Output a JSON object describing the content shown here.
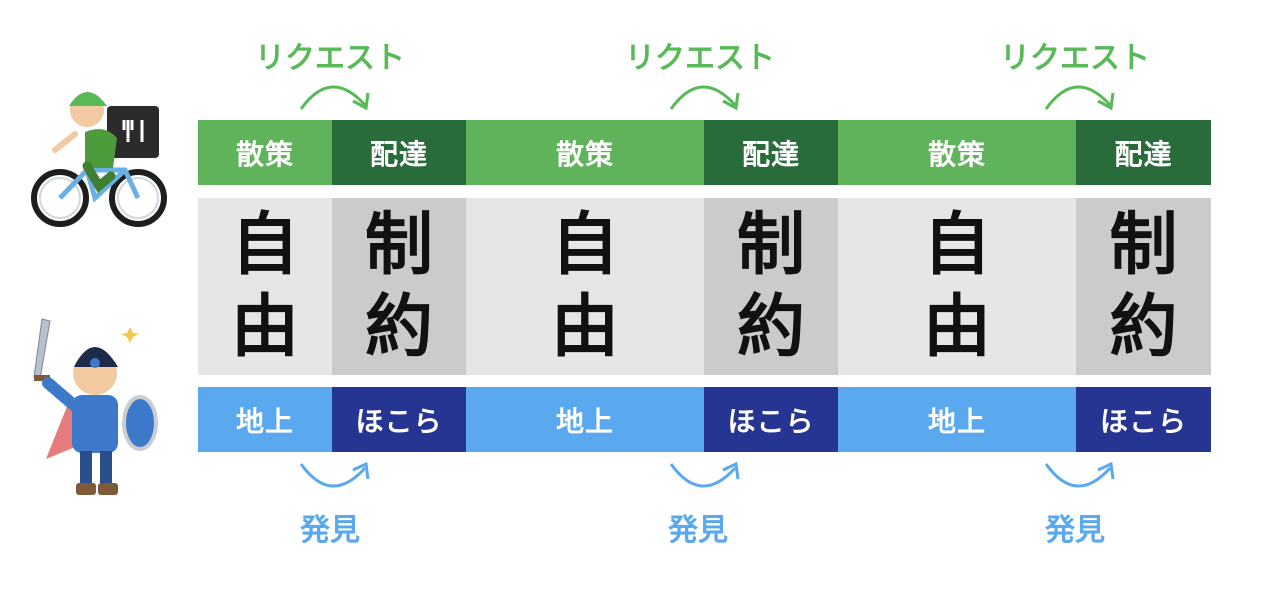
{
  "top_labels": [
    "リクエスト",
    "リクエスト",
    "リクエスト"
  ],
  "bottom_labels": [
    "発見",
    "発見",
    "発見"
  ],
  "segments": [
    {
      "top": "散策",
      "middle": [
        "自",
        "由"
      ],
      "bottom": "地上"
    },
    {
      "top": "配達",
      "middle": [
        "制",
        "約"
      ],
      "bottom": "ほこら"
    },
    {
      "top": "散策",
      "middle": [
        "自",
        "由"
      ],
      "bottom": "地上"
    },
    {
      "top": "配達",
      "middle": [
        "制",
        "約"
      ],
      "bottom": "ほこら"
    },
    {
      "top": "散策",
      "middle": [
        "自",
        "由"
      ],
      "bottom": "地上"
    },
    {
      "top": "配達",
      "middle": [
        "制",
        "約"
      ],
      "bottom": "ほこら"
    }
  ],
  "colors": {
    "green_light": "#5fb35b",
    "green_dark": "#2a6b3c",
    "blue_light": "#5aa9ee",
    "blue_dark": "#263592",
    "gray_light": "#e6e6e6",
    "gray_dark": "#cbcbcb"
  },
  "icons": [
    "delivery-cyclist-icon",
    "hero-with-sword-icon"
  ]
}
